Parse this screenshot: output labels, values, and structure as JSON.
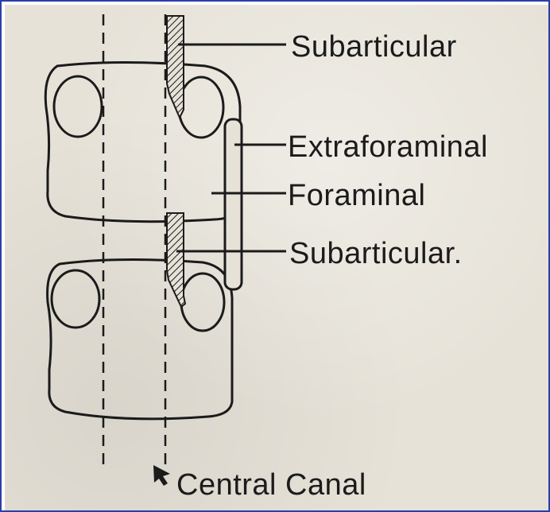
{
  "diagram": {
    "labels": {
      "subarticular_top": "Subarticular",
      "extraforaminal": "Extraforaminal",
      "foraminal": "Foraminal",
      "subarticular_bottom": "Subarticular.",
      "central_canal": "Central Canal"
    },
    "colors": {
      "frame_border": "#2a3fa8",
      "paper": "#e6e2d8",
      "ink": "#1b1b1b"
    }
  }
}
